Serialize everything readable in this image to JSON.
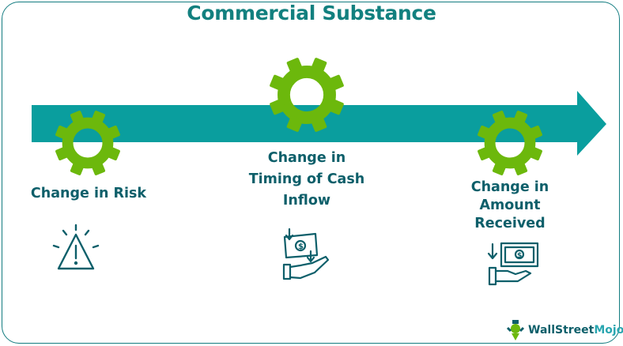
{
  "title": "Commercial Substance",
  "colors": {
    "arrow": "#0a9e9e",
    "gear": "#6cb80c",
    "text": "#0d5f6a",
    "title": "#12807f"
  },
  "items": [
    {
      "lines": [
        "Change in Risk"
      ],
      "icon": "warning-icon"
    },
    {
      "lines": [
        "Change in",
        "Timing of Cash",
        "Inflow"
      ],
      "icon": "money-to-hand-icon"
    },
    {
      "lines": [
        "Change in",
        "Amount",
        "Received"
      ],
      "icon": "cash-received-icon"
    }
  ],
  "logo": {
    "part1": "WallStreet",
    "part2": "Mojo"
  }
}
